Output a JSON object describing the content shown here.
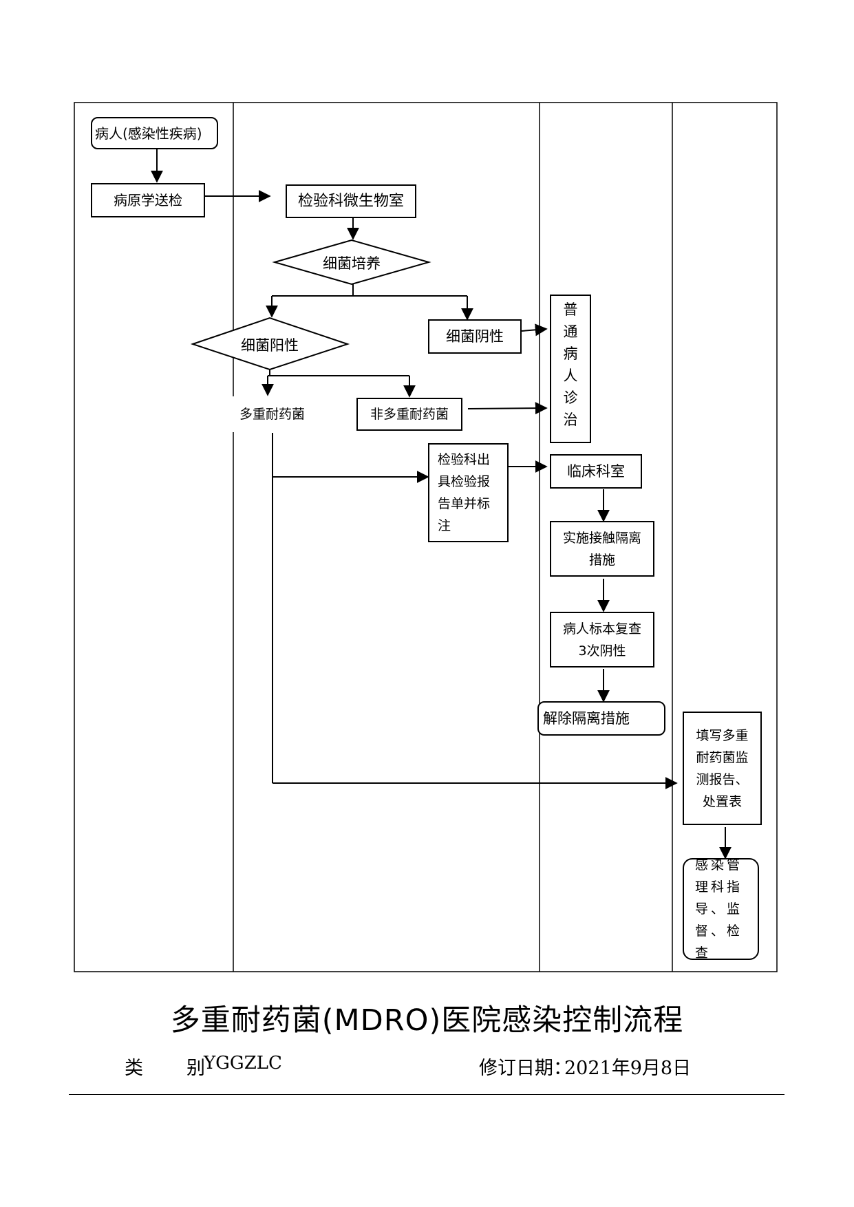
{
  "nodes": {
    "patient": "病人(感染性疾病)",
    "specimen": "病原学送检",
    "lab": "检验科微生物室",
    "culture": "细菌培养",
    "positive": "细菌阳性",
    "negative": "细菌阴性",
    "normal_treatment": "普通病人诊治",
    "mdro": "多重耐药菌",
    "non_mdro": "非多重耐药菌",
    "lab_report": "检验科出具检验报告单并标注",
    "clinical_dept": "临床科室",
    "isolation": "实施接触隔离措施",
    "recheck": "病人标本复查3次阴性",
    "release": "解除隔离措施",
    "fill_form": "填写多重耐药菌监测报告、处置表",
    "infection_mgmt": "感染管理科指导、监督、检查"
  },
  "footer": {
    "title": "多重耐药菌(MDRO)医院感染控制流程",
    "category_label": "类　别",
    "category_value": "YGGZLC",
    "revision_label": "修订日期：",
    "revision_date": "2021年9月8日"
  }
}
